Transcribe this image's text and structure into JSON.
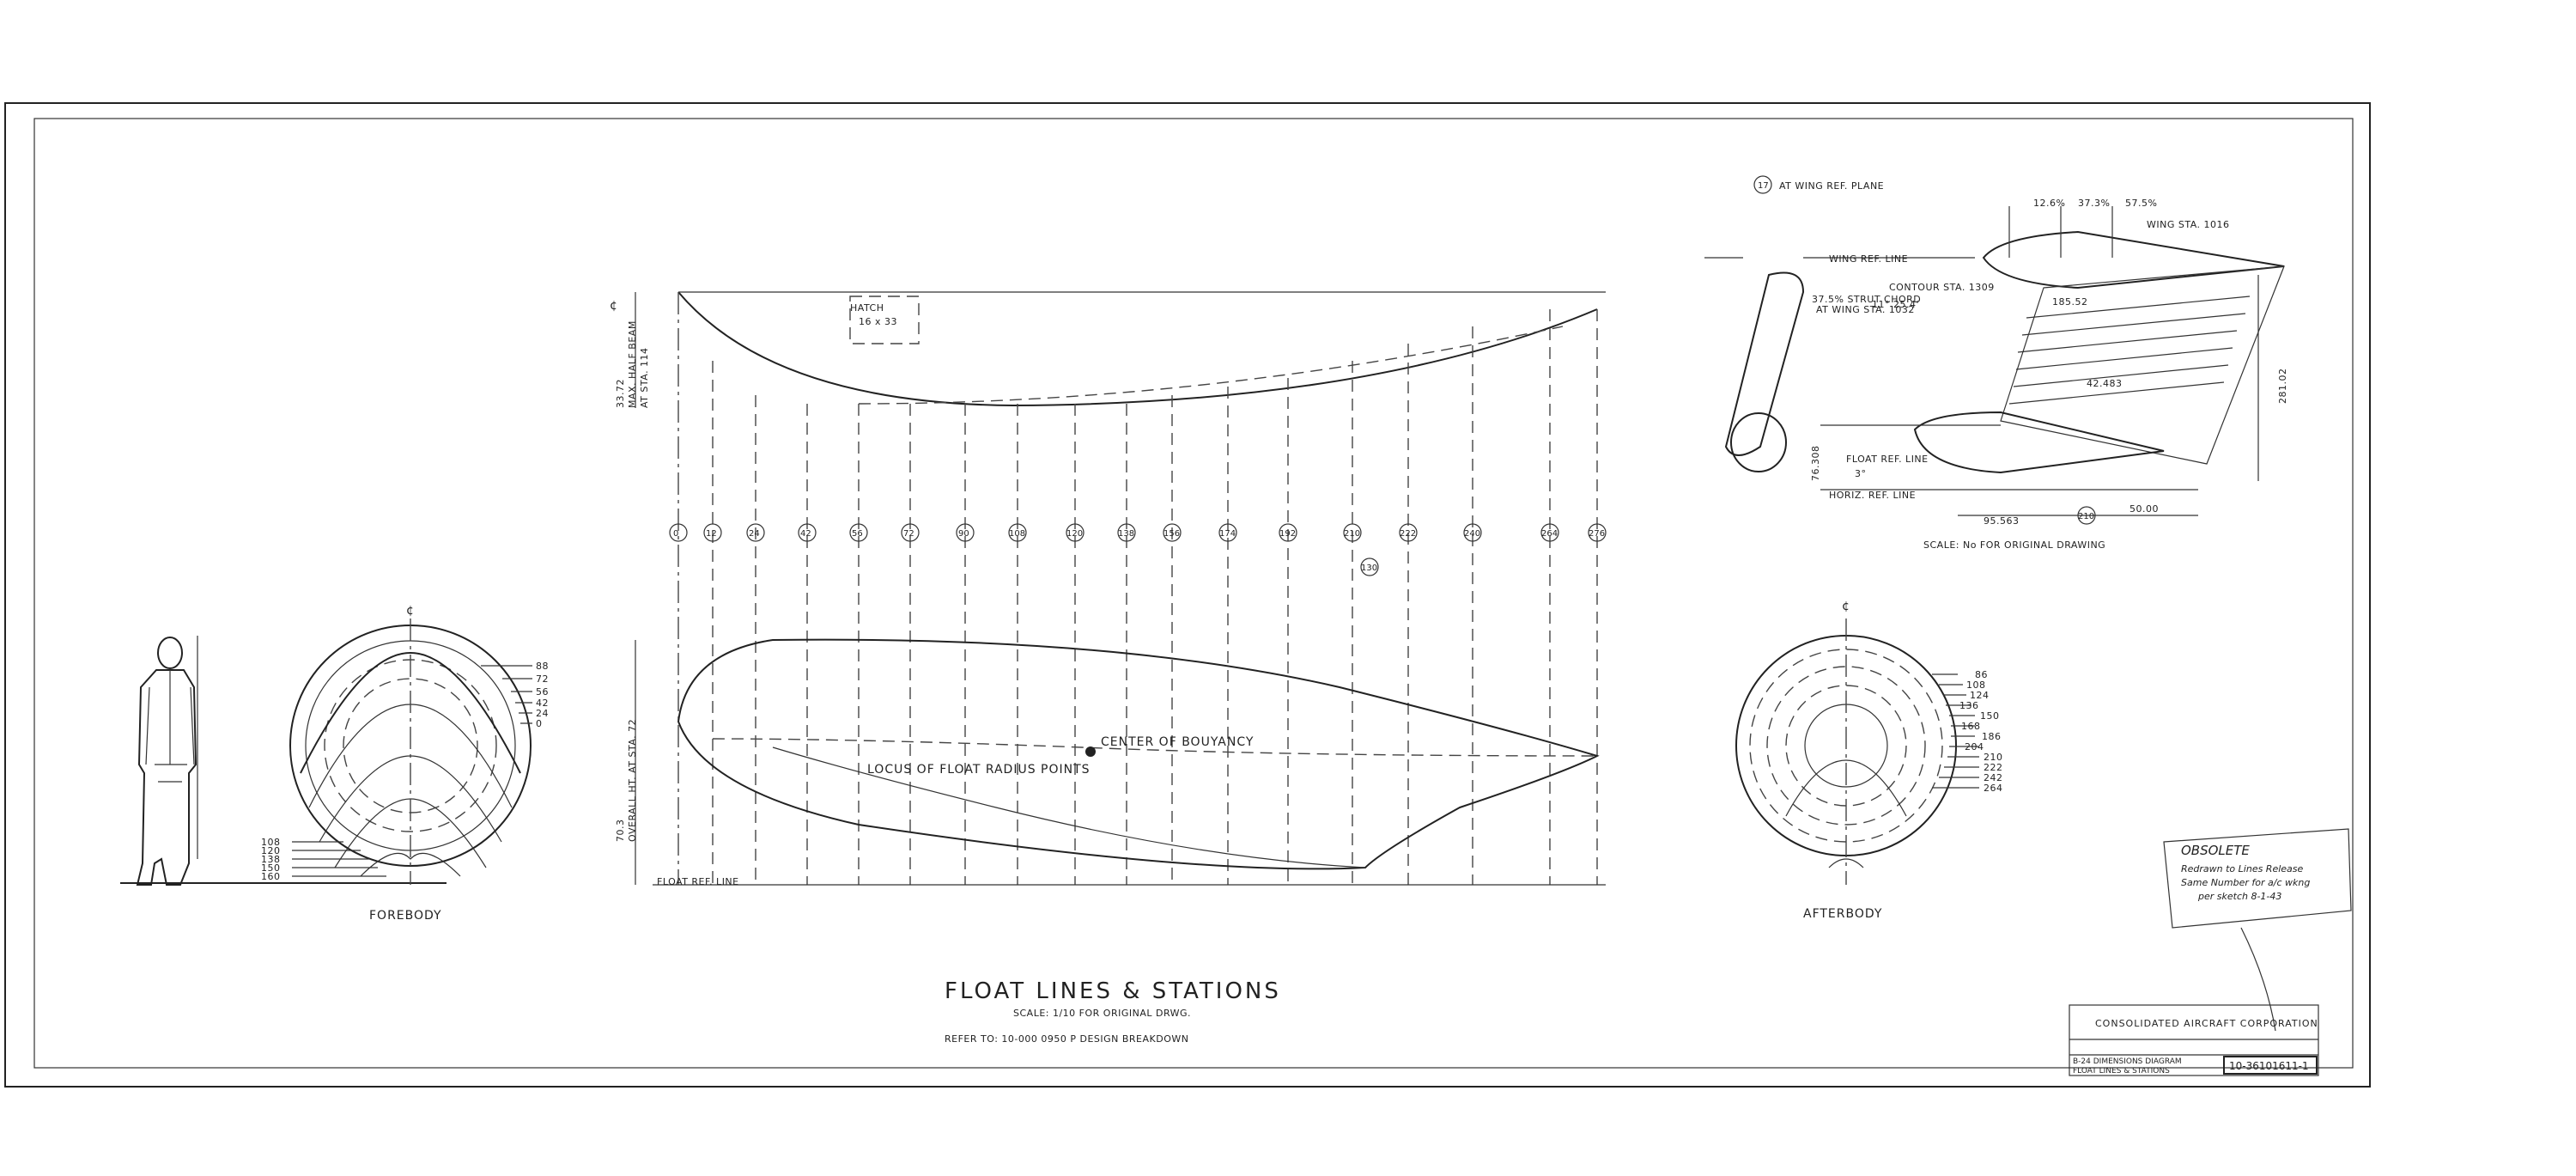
{
  "title": {
    "main": "FLOAT LINES & STATIONS",
    "scale": "SCALE: 1/10  FOR ORIGINAL  DRWG.",
    "refer": "REFER TO: 10-000 0950 P DESIGN BREAKDOWN"
  },
  "views": {
    "forebody": "FOREBODY",
    "afterbody": "AFTERBODY",
    "centerline": "¢"
  },
  "side_view": {
    "hatch": "HATCH",
    "hatch_size": "16 x 33",
    "max_half_beam": "33.72",
    "max_half_beam_label": "MAX. HALF BEAM",
    "max_half_beam_sta": "AT STA. 114",
    "overall_ht": "70.3",
    "overall_ht_label": "OVERALL HT. AT STA. 72",
    "center_of_bouyancy": "CENTER OF BOUYANCY",
    "locus": "LOCUS OF FLOAT RADIUS POINTS",
    "float_ref_line": "FLOAT REF. LINE",
    "stations": [
      "0",
      "12",
      "24",
      "42",
      "56",
      "72",
      "90",
      "108",
      "120",
      "138",
      "156",
      "174",
      "192",
      "210",
      "222",
      "240",
      "264",
      "276"
    ],
    "cob_station": "130"
  },
  "forebody_stations": {
    "right": [
      "88",
      "72",
      "56",
      "42",
      "24",
      "0"
    ],
    "left": [
      "108",
      "120",
      "138",
      "150",
      "160"
    ]
  },
  "afterbody_stations": [
    "86",
    "108",
    "124",
    "136",
    "150",
    "168",
    "186",
    "204",
    "210",
    "222",
    "242",
    "264"
  ],
  "wing_detail": {
    "ref_plane": "AT WING REF. PLANE",
    "ref_plane_num": "17",
    "pct1": "12.6%",
    "pct2": "37.3%",
    "pct3": "57.5%",
    "wing_sta": "WING STA. 1016",
    "wing_ref_line": "WING REF. LINE",
    "contour_sta": "CONTOUR STA. 1309",
    "strut_note1": "37.5% STRUT CHORD",
    "strut_note2": "AT WING STA. 1032",
    "angle": "11° 25.4'",
    "dim_185": "185.52",
    "dim_42": "42.483",
    "dim_span": "281.02",
    "float_ref_line": "FLOAT REF. LINE",
    "horiz_ref_line": "HORIZ. REF. LINE",
    "dim_3": "3°",
    "dim_left": "76.308",
    "dim_50": "50.00",
    "dim_bottom": "95.563",
    "station_callout": "210",
    "scale_note": "SCALE: No FOR ORIGINAL  DRAWING"
  },
  "obsolete_note": {
    "title": "OBSOLETE",
    "line1": "Redrawn to Lines Release",
    "line2": "Same Number for a/c wkng",
    "line3": "per sketch 8-1-43"
  },
  "title_block": {
    "company": "CONSOLIDATED AIRCRAFT CORPORATION",
    "line1": "B-24  DIMENSIONS DIAGRAM",
    "line2": "FLOAT LINES & STATIONS",
    "drawing_number": "10-36101611-1"
  }
}
